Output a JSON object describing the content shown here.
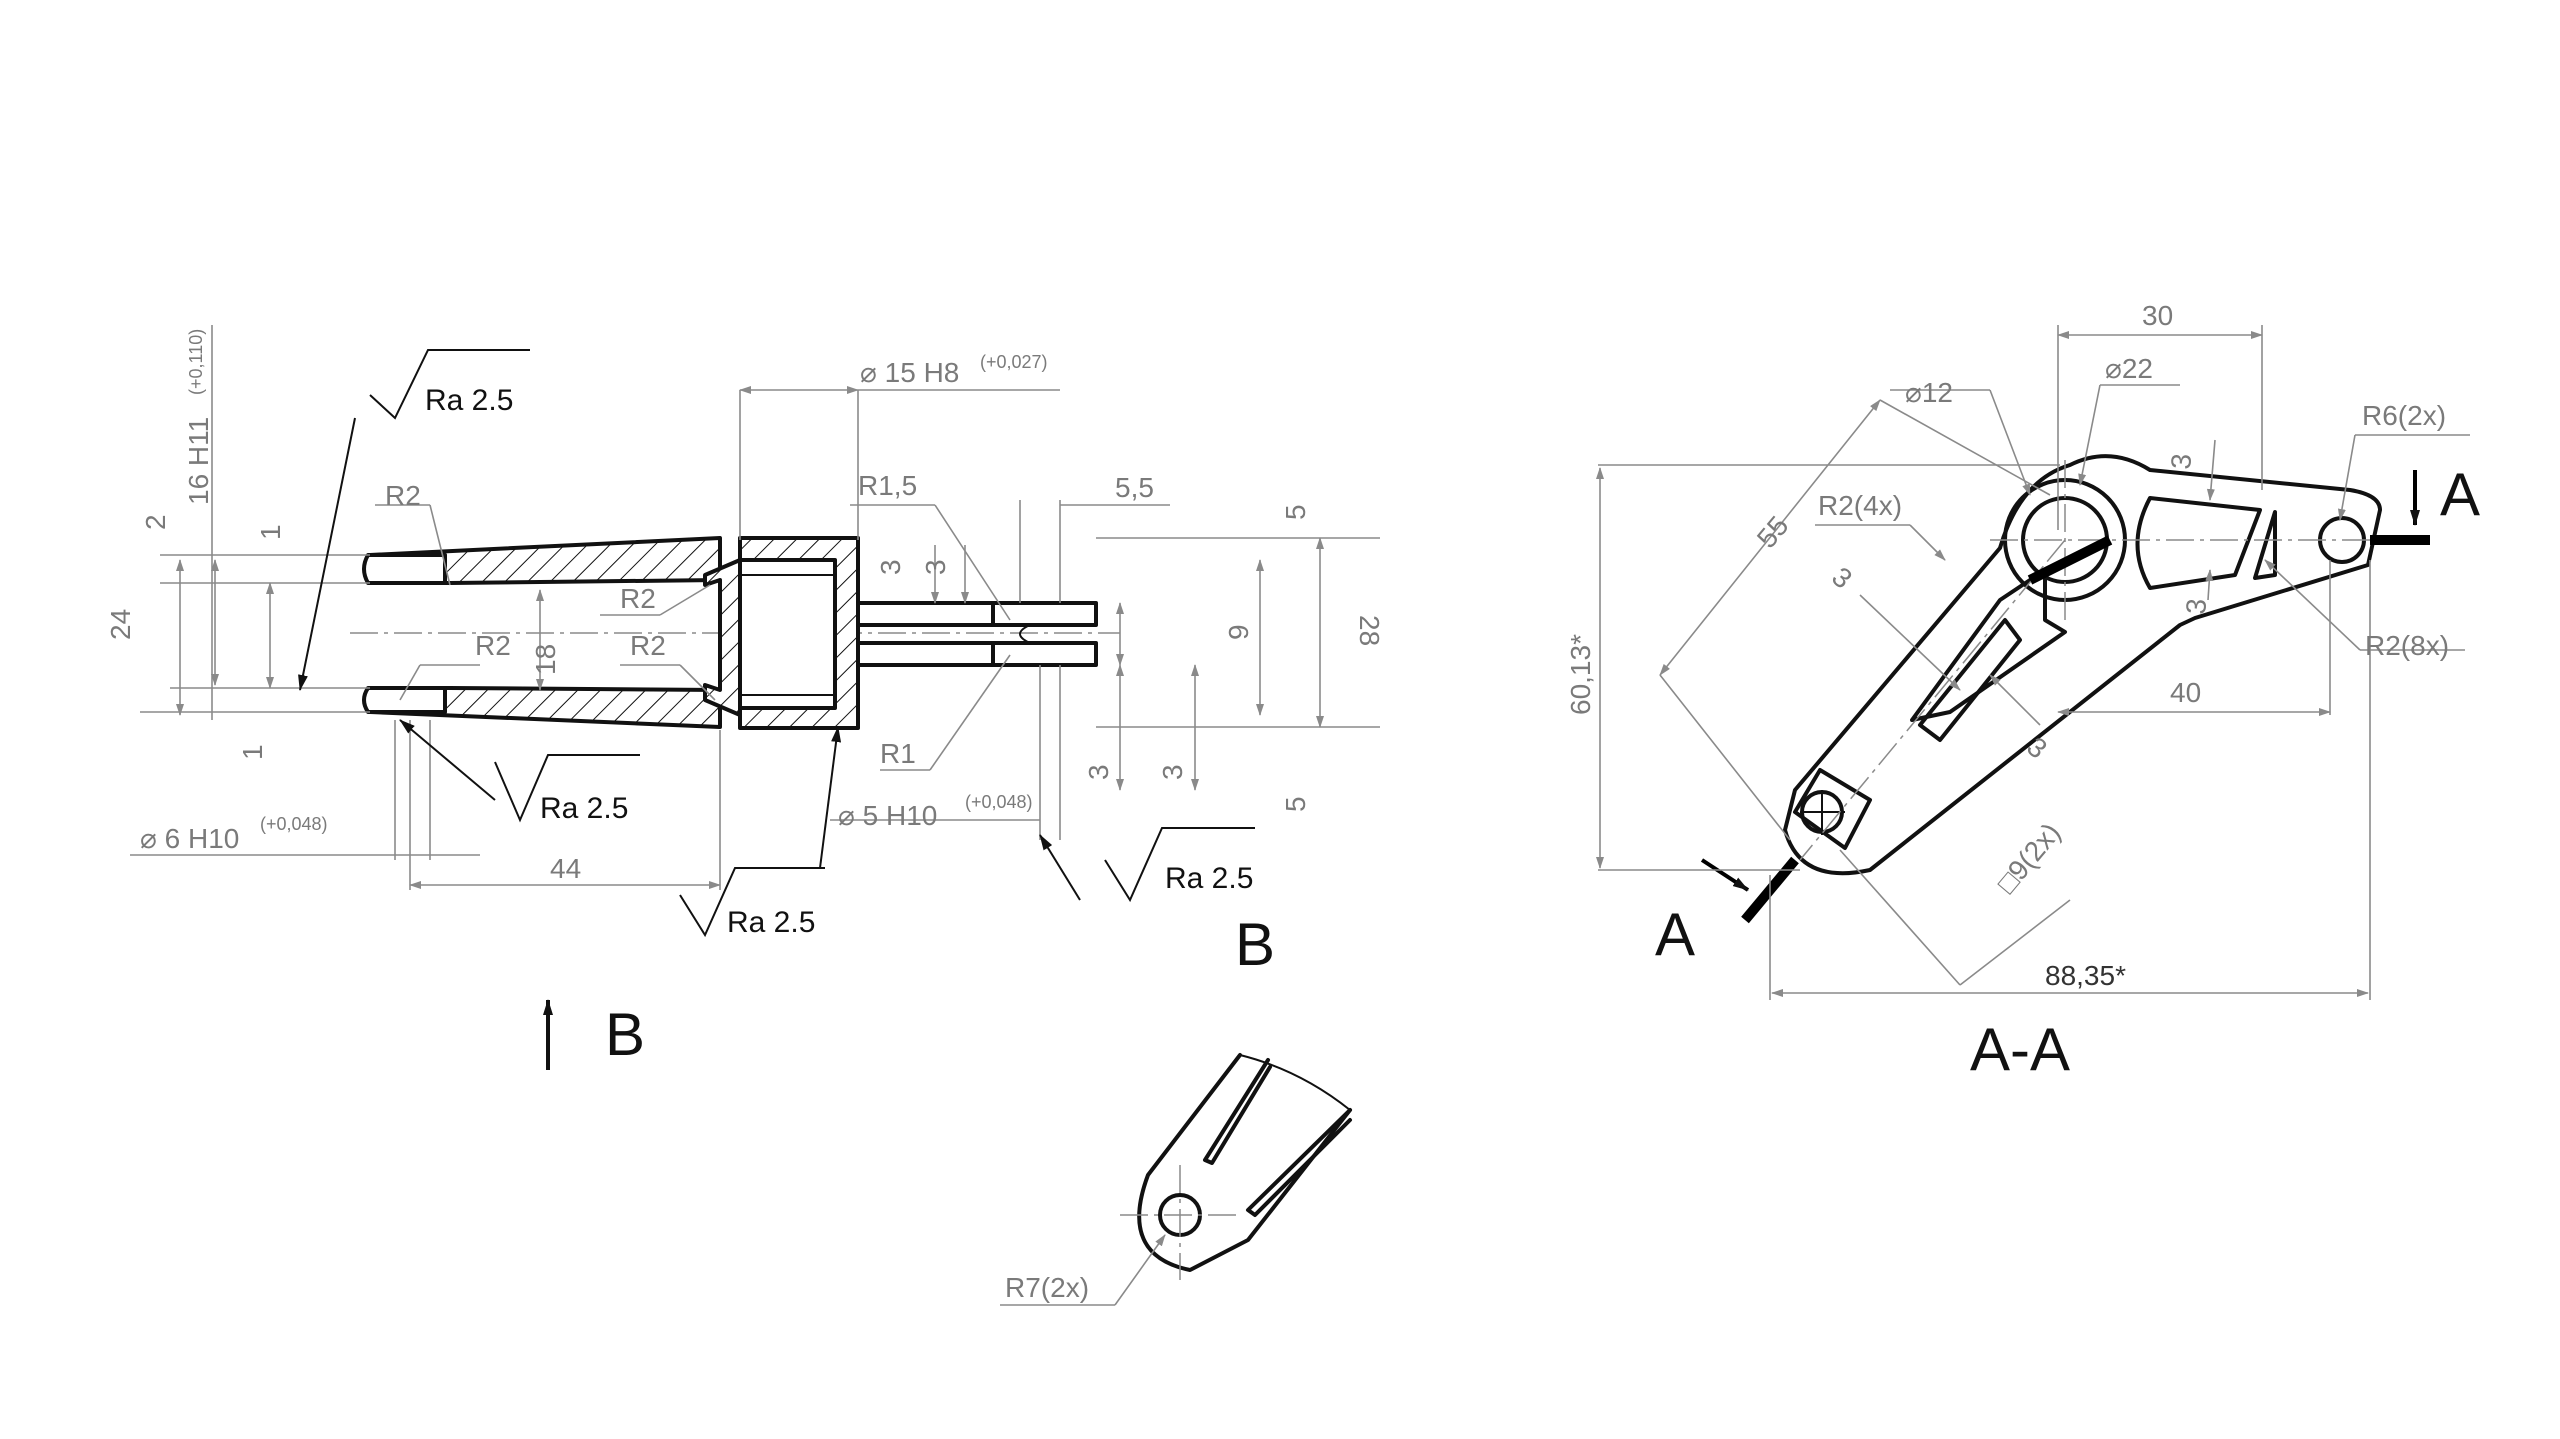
{
  "drawing": {
    "front_view": {
      "dimensions": {
        "height_16": "16 H11",
        "height_16_tol": "(+0,110)",
        "dim_2": "2",
        "dim_1_top": "1",
        "dim_24": "24",
        "dim_1_bottom": "1",
        "dim_18": "18",
        "bore_15": "15 H8",
        "bore_15_tol": "(+0,027)",
        "r1_5": "R1,5",
        "dim_5_5": "5,5",
        "dim_5_top": "5",
        "dim_28": "28",
        "dim_9": "9",
        "dim_3_a": "3",
        "dim_3_b": "3",
        "dim_3_c": "3",
        "dim_3_d": "3",
        "dim_5_bottom": "5",
        "r1": "R1",
        "bore_5": "5 H10",
        "bore_5_tol": "(+0,048)",
        "bore_6": "6 H10",
        "bore_6_tol": "(+0,048)",
        "dim_44": "44",
        "r2_a": "R2",
        "r2_b": "R2",
        "r2_c": "R2",
        "r2_d": "R2"
      },
      "roughness": {
        "ra_1": "Ra 2.5",
        "ra_2": "Ra 2.5",
        "ra_3": "Ra 2.5",
        "ra_4": "Ra 2.5"
      },
      "view_b_arrow_label": "B"
    },
    "view_b_label": "B",
    "section_view": {
      "title": "A-A",
      "cut_label_top": "A",
      "cut_label_bottom": "A",
      "dimensions": {
        "dim_30": "30",
        "dia_12": "12",
        "dia_22": "22",
        "r6": "R6(2x)",
        "dim_55": "55",
        "r2_4x": "R2(4x)",
        "dim_3_a": "3",
        "dim_3_b": "3",
        "dim_3_c": "3",
        "dim_3_d": "3",
        "r2_8x": "R2(8x)",
        "dim_40": "40",
        "dim_60": "60,13*",
        "sq_9": "9(2x)",
        "dim_88": "88,35*"
      }
    },
    "detail_view": {
      "r7": "R7(2x)"
    }
  }
}
